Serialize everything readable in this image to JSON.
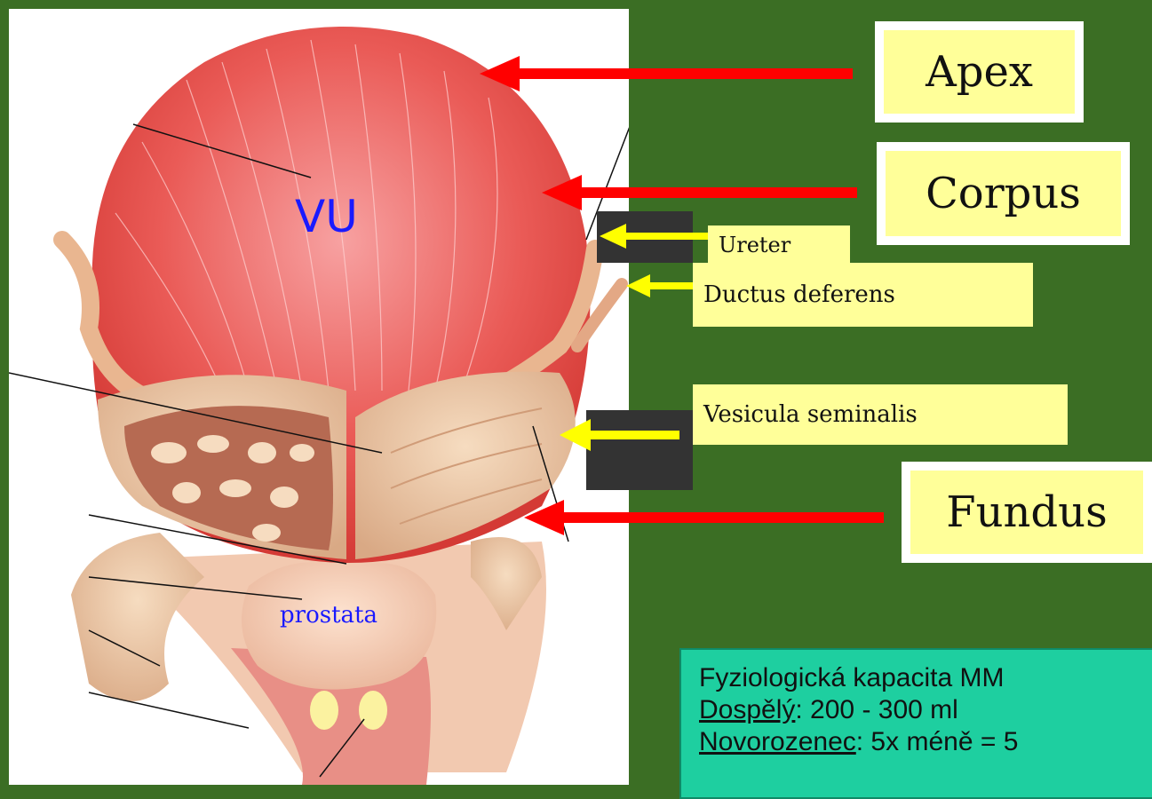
{
  "diagram_labels": {
    "vu": "VU",
    "prostata": "prostata"
  },
  "callouts": {
    "apex": "Apex",
    "corpus": "Corpus",
    "fundus": "Fundus",
    "ureter": "Ureter",
    "ductus": "Ductus deferens",
    "vesicula": "Vesicula seminalis"
  },
  "info": {
    "title": "Fyziologická kapacita MM",
    "adult_label": "Dospělý",
    "adult_value": ": 200 - 300 ml",
    "newborn_label": "Novorozenec",
    "newborn_value": ": 5x méně = 5"
  },
  "colors": {
    "background": "#3b6e24",
    "label_fill": "#ffff99",
    "info_fill": "#1ecfa0",
    "arrow_red": "#ff0000",
    "arrow_yellow": "#ffff00",
    "label_text_blue": "#1a1aff"
  }
}
